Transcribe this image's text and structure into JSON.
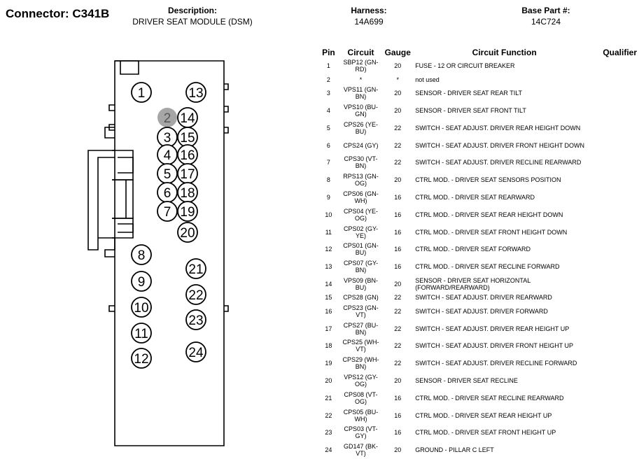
{
  "connector_title": "Connector: C341B",
  "description": {
    "label": "Description:",
    "value": "DRIVER SEAT MODULE (DSM)"
  },
  "harness": {
    "label": "Harness:",
    "value": "14A699"
  },
  "base_part": {
    "label": "Base Part #:",
    "value": "14C724"
  },
  "table": {
    "headers": {
      "pin": "Pin",
      "circuit": "Circuit",
      "gauge": "Gauge",
      "function": "Circuit Function",
      "qualifier": "Qualifier"
    },
    "rows": [
      {
        "pin": "1",
        "circuit": "SBP12 (GN-RD)",
        "gauge": "20",
        "function": "FUSE - 12 OR CIRCUIT BREAKER"
      },
      {
        "pin": "2",
        "circuit": "*",
        "gauge": "*",
        "function": "not used"
      },
      {
        "pin": "3",
        "circuit": "VPS11 (GN-BN)",
        "gauge": "20",
        "function": "SENSOR - DRIVER SEAT REAR TILT"
      },
      {
        "pin": "4",
        "circuit": "VPS10 (BU-GN)",
        "gauge": "20",
        "function": "SENSOR - DRIVER SEAT FRONT TILT"
      },
      {
        "pin": "5",
        "circuit": "CPS26 (YE-BU)",
        "gauge": "22",
        "function": "SWITCH - SEAT ADJUST. DRIVER REAR HEIGHT DOWN"
      },
      {
        "pin": "6",
        "circuit": "CPS24 (GY)",
        "gauge": "22",
        "function": "SWITCH - SEAT ADJUST. DRIVER FRONT HEIGHT DOWN"
      },
      {
        "pin": "7",
        "circuit": "CPS30 (VT-BN)",
        "gauge": "22",
        "function": "SWITCH - SEAT ADJUST. DRIVER RECLINE REARWARD"
      },
      {
        "pin": "8",
        "circuit": "RPS13 (GN-OG)",
        "gauge": "20",
        "function": "CTRL MOD. - DRIVER SEAT SENSORS POSITION"
      },
      {
        "pin": "9",
        "circuit": "CPS06 (GN-WH)",
        "gauge": "16",
        "function": "CTRL MOD. - DRIVER SEAT REARWARD"
      },
      {
        "pin": "10",
        "circuit": "CPS04 (YE-OG)",
        "gauge": "16",
        "function": "CTRL MOD. - DRIVER SEAT REAR HEIGHT DOWN"
      },
      {
        "pin": "11",
        "circuit": "CPS02 (GY-YE)",
        "gauge": "16",
        "function": "CTRL MOD. - DRIVER SEAT FRONT HEIGHT DOWN"
      },
      {
        "pin": "12",
        "circuit": "CPS01 (GN-BU)",
        "gauge": "16",
        "function": "CTRL MOD. - DRIVER SEAT FORWARD"
      },
      {
        "pin": "13",
        "circuit": "CPS07 (GY-BN)",
        "gauge": "16",
        "function": "CTRL MOD. - DRIVER SEAT RECLINE FORWARD"
      },
      {
        "pin": "14",
        "circuit": "VPS09 (BN-BU)",
        "gauge": "20",
        "function": "SENSOR - DRIVER SEAT HORIZONTAL (FORWARD/REARWARD)"
      },
      {
        "pin": "15",
        "circuit": "CPS28 (GN)",
        "gauge": "22",
        "function": "SWITCH - SEAT ADJUST. DRIVER REARWARD"
      },
      {
        "pin": "16",
        "circuit": "CPS23 (GN-VT)",
        "gauge": "22",
        "function": "SWITCH - SEAT ADJUST. DRIVER FORWARD"
      },
      {
        "pin": "17",
        "circuit": "CPS27 (BU-BN)",
        "gauge": "22",
        "function": "SWITCH - SEAT ADJUST. DRIVER REAR HEIGHT UP"
      },
      {
        "pin": "18",
        "circuit": "CPS25 (WH-VT)",
        "gauge": "22",
        "function": "SWITCH - SEAT ADJUST. DRIVER FRONT HEIGHT UP"
      },
      {
        "pin": "19",
        "circuit": "CPS29 (WH-BN)",
        "gauge": "22",
        "function": "SWITCH - SEAT ADJUST. DRIVER RECLINE FORWARD"
      },
      {
        "pin": "20",
        "circuit": "VPS12 (GY-OG)",
        "gauge": "20",
        "function": "SENSOR - DRIVER SEAT RECLINE"
      },
      {
        "pin": "21",
        "circuit": "CPS08 (VT-OG)",
        "gauge": "16",
        "function": "CTRL MOD. - DRIVER SEAT RECLINE REARWARD"
      },
      {
        "pin": "22",
        "circuit": "CPS05 (BU-WH)",
        "gauge": "16",
        "function": "CTRL MOD. - DRIVER SEAT REAR HEIGHT UP"
      },
      {
        "pin": "23",
        "circuit": "CPS03 (VT-GY)",
        "gauge": "16",
        "function": "CTRL MOD. - DRIVER SEAT FRONT HEIGHT UP"
      },
      {
        "pin": "24",
        "circuit": "GD147 (BK-VT)",
        "gauge": "20",
        "function": "GROUND - PILLAR C LEFT"
      }
    ]
  },
  "diagram": {
    "unused_pin_fill": "#a6a6a6",
    "pin_labels": [
      "1",
      "2",
      "3",
      "4",
      "5",
      "6",
      "7",
      "8",
      "9",
      "10",
      "11",
      "12",
      "13",
      "14",
      "15",
      "16",
      "17",
      "18",
      "19",
      "20",
      "21",
      "22",
      "23",
      "24"
    ]
  }
}
